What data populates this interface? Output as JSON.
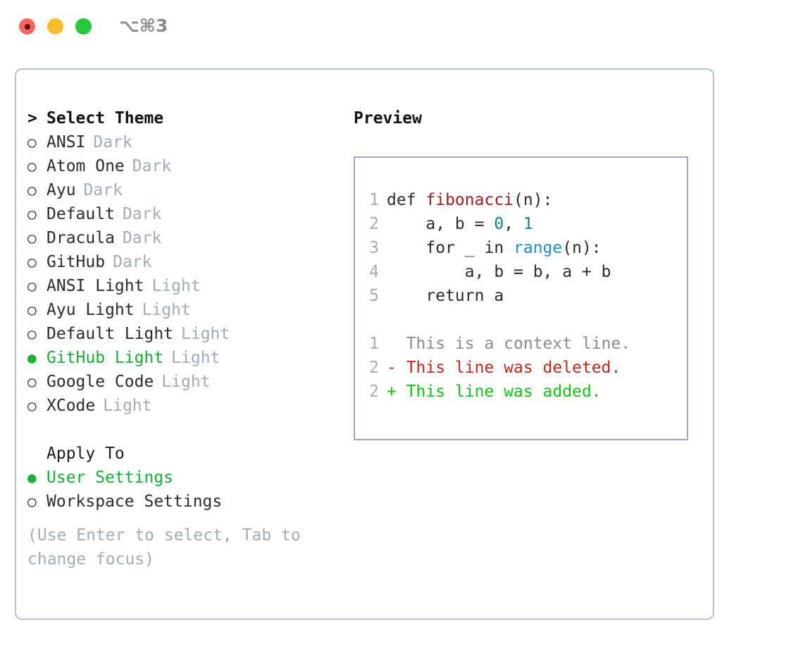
{
  "titlebar": {
    "shortcut": "⌥⌘3",
    "buttons": [
      {
        "name": "close",
        "color": "#fb645c"
      },
      {
        "name": "minimize",
        "color": "#ffbd2e"
      },
      {
        "name": "maximize",
        "color": "#23c83c"
      }
    ]
  },
  "theme_picker": {
    "header_marker": ">",
    "header": "Select Theme",
    "items": [
      {
        "marker": "○",
        "label": "ANSI",
        "badge": "Dark",
        "selected": false
      },
      {
        "marker": "○",
        "label": "Atom One",
        "badge": "Dark",
        "selected": false
      },
      {
        "marker": "○",
        "label": "Ayu",
        "badge": "Dark",
        "selected": false
      },
      {
        "marker": "○",
        "label": "Default",
        "badge": "Dark",
        "selected": false
      },
      {
        "marker": "○",
        "label": "Dracula",
        "badge": "Dark",
        "selected": false
      },
      {
        "marker": "○",
        "label": "GitHub",
        "badge": "Dark",
        "selected": false
      },
      {
        "marker": "○",
        "label": "ANSI Light",
        "badge": "Light",
        "selected": false
      },
      {
        "marker": "○",
        "label": "Ayu Light",
        "badge": "Light",
        "selected": false
      },
      {
        "marker": "○",
        "label": "Default Light",
        "badge": "Light",
        "selected": false
      },
      {
        "marker": "●",
        "label": "GitHub Light",
        "badge": "Light",
        "selected": true
      },
      {
        "marker": "○",
        "label": "Google Code",
        "badge": "Light",
        "selected": false
      },
      {
        "marker": "○",
        "label": "XCode",
        "badge": "Light",
        "selected": false
      }
    ]
  },
  "apply_to": {
    "title": "Apply To",
    "items": [
      {
        "marker": "●",
        "label": "User Settings",
        "selected": true
      },
      {
        "marker": "○",
        "label": "Workspace Settings",
        "selected": false
      }
    ]
  },
  "hint": "(Use Enter to select, Tab to change focus)",
  "preview": {
    "title": "Preview",
    "code_lines": [
      {
        "num": "1",
        "tokens": [
          {
            "t": "def ",
            "c": "plain"
          },
          {
            "t": "fibonacci",
            "c": "fn"
          },
          {
            "t": "(n):",
            "c": "plain"
          }
        ]
      },
      {
        "num": "2",
        "tokens": [
          {
            "t": "    a, b = ",
            "c": "plain"
          },
          {
            "t": "0",
            "c": "num"
          },
          {
            "t": ", ",
            "c": "plain"
          },
          {
            "t": "1",
            "c": "num"
          }
        ]
      },
      {
        "num": "3",
        "tokens": [
          {
            "t": "    for _ in ",
            "c": "plain"
          },
          {
            "t": "range",
            "c": "call"
          },
          {
            "t": "(n):",
            "c": "plain"
          }
        ]
      },
      {
        "num": "4",
        "tokens": [
          {
            "t": "        a, b = b, a + b",
            "c": "plain"
          }
        ]
      },
      {
        "num": "5",
        "tokens": [
          {
            "t": "    return a",
            "c": "plain"
          }
        ]
      }
    ],
    "diff_lines": [
      {
        "num": "1",
        "text": "  This is a context line.",
        "kind": "ctx"
      },
      {
        "num": "2",
        "text": "- This line was deleted.",
        "kind": "del"
      },
      {
        "num": "2",
        "text": "+ This line was added.",
        "kind": "add"
      }
    ]
  },
  "colors": {
    "accent_green": "#16ae36",
    "muted": "#a3abb7",
    "border": "#b9c2cf",
    "preview_border": "#9fabbc",
    "function": "#a01b1b",
    "number": "#0d8a80",
    "call": "#1f8fc6",
    "diff_add": "#14c214",
    "diff_del": "#c0271d",
    "diff_ctx": "#8b8b8b"
  }
}
